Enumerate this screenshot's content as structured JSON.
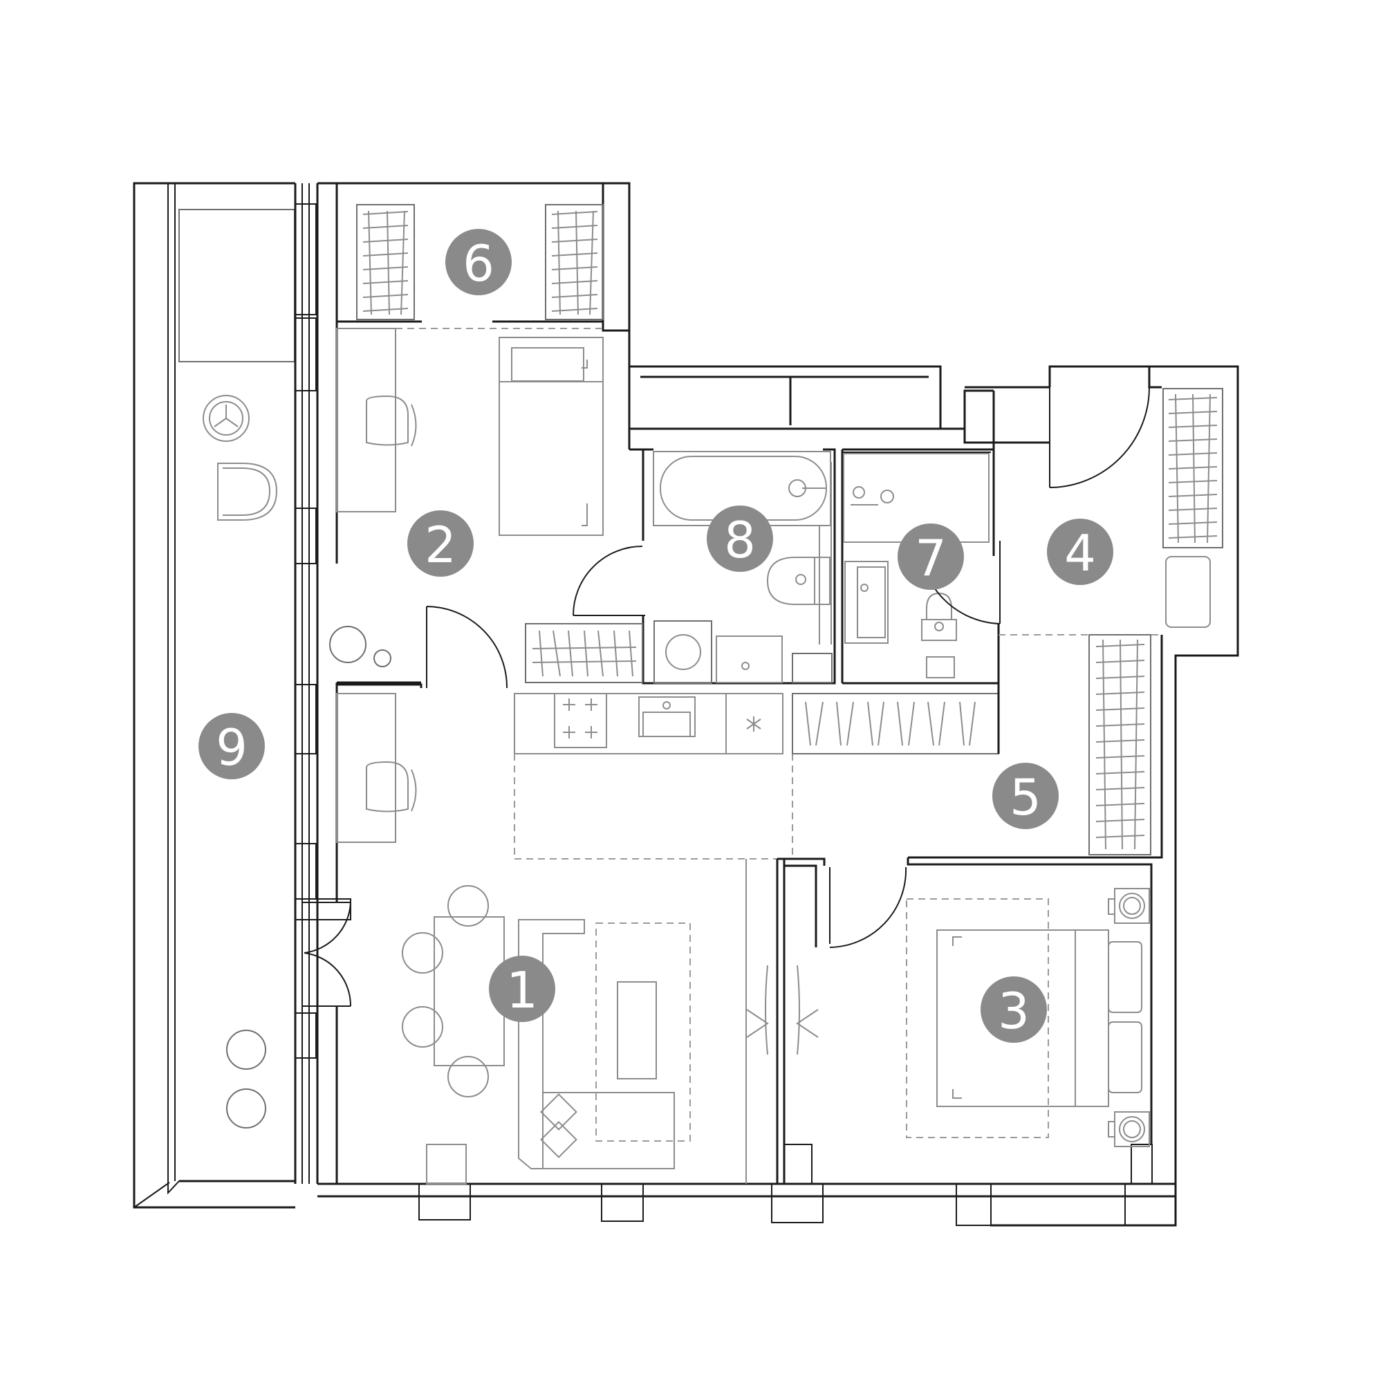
{
  "floor_plan": {
    "rooms": [
      {
        "id": "room-1",
        "number": "1"
      },
      {
        "id": "room-2",
        "number": "2"
      },
      {
        "id": "room-3",
        "number": "3"
      },
      {
        "id": "room-4",
        "number": "4"
      },
      {
        "id": "room-5",
        "number": "5"
      },
      {
        "id": "room-6",
        "number": "6"
      },
      {
        "id": "room-7",
        "number": "7"
      },
      {
        "id": "room-8",
        "number": "8"
      },
      {
        "id": "room-9",
        "number": "9"
      }
    ]
  },
  "colors": {
    "wall": "#1a1a1a",
    "furniture": "#8c8c8c",
    "badge": "#8a8a8a",
    "badge_text": "#ffffff"
  }
}
